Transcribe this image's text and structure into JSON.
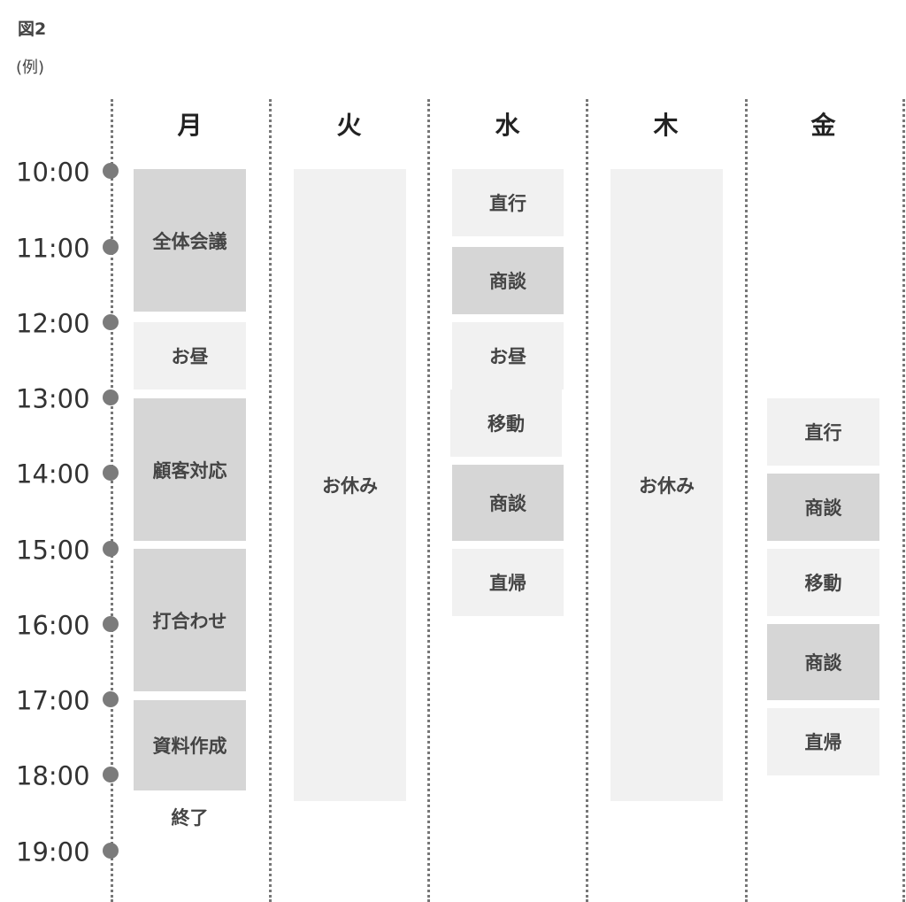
{
  "figure": {
    "label": "図2",
    "sub": "(例)"
  },
  "days": [
    "月",
    "火",
    "水",
    "木",
    "金"
  ],
  "times": [
    "10:00",
    "11:00",
    "12:00",
    "13:00",
    "14:00",
    "15:00",
    "16:00",
    "17:00",
    "18:00",
    "19:00"
  ],
  "schedule": {
    "mon": {
      "b1": "全体会議",
      "b2": "お昼",
      "b3": "顧客対応",
      "b4": "打合わせ",
      "b5": "資料作成",
      "end": "終了"
    },
    "tue": {
      "b1": "お休み"
    },
    "wed": {
      "b1": "直行",
      "b2": "商談",
      "b3": "お昼",
      "b4": "移動",
      "b5": "商談",
      "b6": "直帰"
    },
    "thu": {
      "b1": "お休み"
    },
    "fri": {
      "b1": "直行",
      "b2": "商談",
      "b3": "移動",
      "b4": "商談",
      "b5": "直帰"
    }
  }
}
